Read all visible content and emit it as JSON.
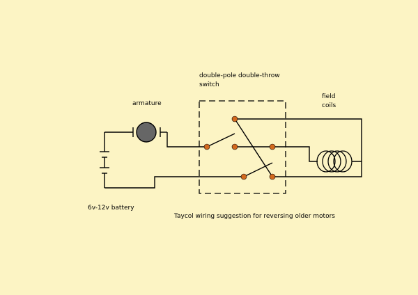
{
  "labels": {
    "switch_line1": "double-pole double-throw",
    "switch_line2": "switch",
    "armature": "armature",
    "field_line1": "field",
    "field_line2": "coils",
    "battery": "6v-12v battery",
    "caption": "Taycol wiring suggestion for reversing older motors"
  },
  "colors": {
    "background": "#fcf4c4",
    "terminal": "#d2691e",
    "armature": "#666666",
    "wire": "#000000"
  }
}
